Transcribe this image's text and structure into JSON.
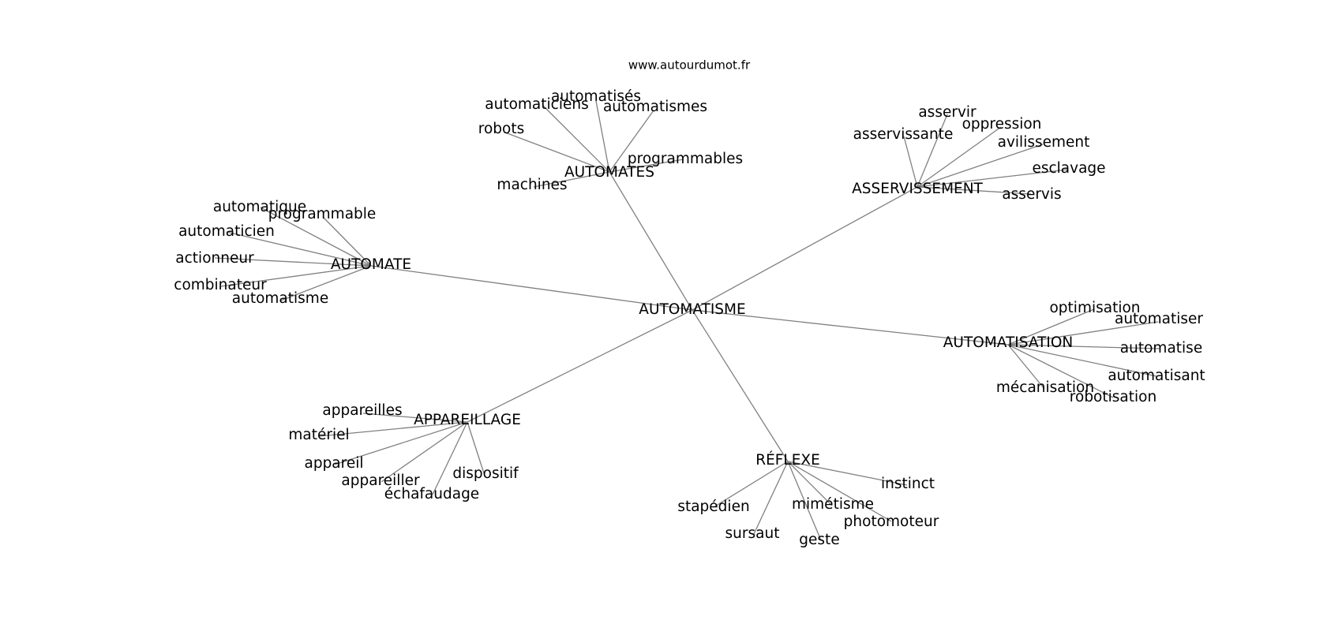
{
  "site": "www.autourdumot.fr",
  "center": "AUTOMATISME",
  "groups": [
    {
      "hub": "AUTOMATES",
      "leaves": [
        "automatisés",
        "automaticiens",
        "automatismes",
        "robots",
        "programmables",
        "machines"
      ]
    },
    {
      "hub": "ASSERVISSEMENT",
      "leaves": [
        "asservir",
        "oppression",
        "asservissante",
        "avilissement",
        "esclavage",
        "asservis"
      ]
    },
    {
      "hub": "AUTOMATE",
      "leaves": [
        "automatique",
        "programmable",
        "automaticien",
        "actionneur",
        "combinateur",
        "automatisme"
      ]
    },
    {
      "hub": "AUTOMATISATION",
      "leaves": [
        "optimisation",
        "automatiser",
        "automatise",
        "automatisant",
        "mécanisation",
        "robotisation"
      ]
    },
    {
      "hub": "APPAREILLAGE",
      "leaves": [
        "appareilles",
        "matériel",
        "appareil",
        "appareiller",
        "dispositif",
        "échafaudage"
      ]
    },
    {
      "hub": "RÉFLEXE",
      "leaves": [
        "instinct",
        "stapédien",
        "mimétisme",
        "photomoteur",
        "sursaut",
        "geste"
      ]
    }
  ]
}
